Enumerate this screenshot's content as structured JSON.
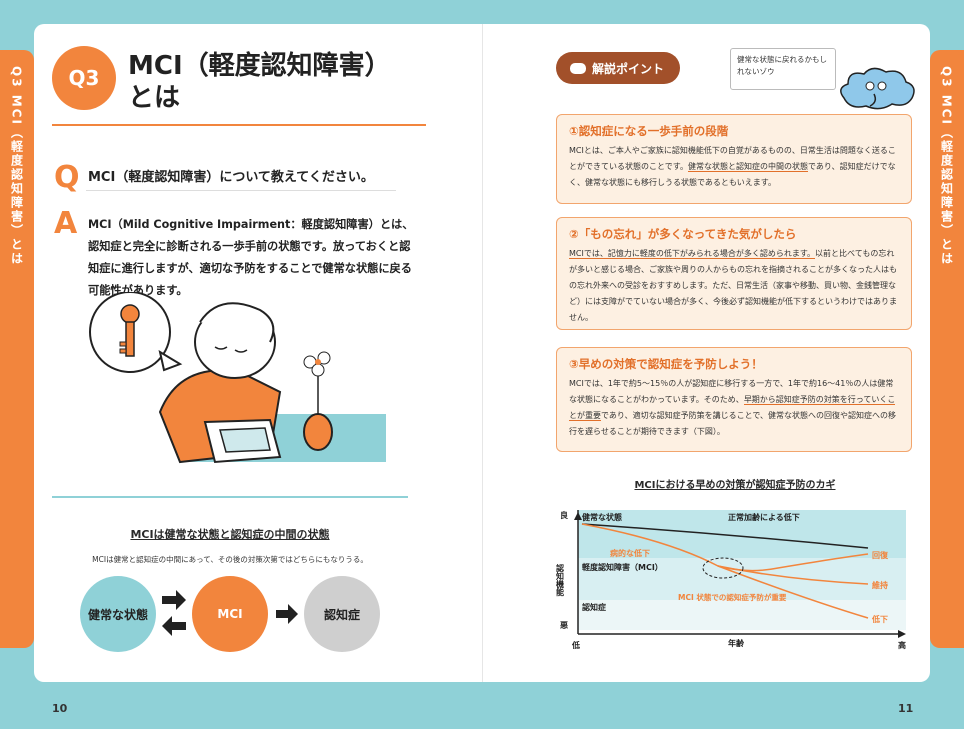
{
  "side_tab": "Q3 MCI（軽度認知障害）とは",
  "page_left": "10",
  "page_right": "11",
  "left": {
    "badge": "Q3",
    "title_line1": "MCI（軽度認知障害）",
    "title_line2": "とは",
    "q_letter": "Q",
    "question": "MCI（軽度認知障害）について教えてください。",
    "a_letter": "A",
    "answer": "MCI（Mild Cognitive Impairment：軽度認知障害）とは、認知症と完全に診断される一歩手前の状態です。放っておくと認知症に進行しますが、適切な予防をすることで健常な状態に戻る可能性があります。",
    "diagram_title": "MCIは健常な状態と認知症の中間の状態",
    "diagram_subtitle": "MCIは健常と認知症の中間にあって、その後の対策次第ではどちらにもなりうる。",
    "circles": [
      "健常な状態",
      "MCI",
      "認知症"
    ]
  },
  "right": {
    "pill_label": "解説ポイント",
    "speech": "健常な状態に戻れるかもしれないゾウ",
    "points": [
      {
        "title": "①認知症になる一歩手前の段階",
        "body_a": "MCIとは、ご本人やご家族に認知機能低下の自覚があるものの、日常生活は問題なく送ることができている状態のことです。",
        "body_u": "健常な状態と認知症の中間の状態",
        "body_b": "であり、認知症だけでなく、健常な状態にも移行しうる状態であるともいえます。"
      },
      {
        "title": "②「もの忘れ」が多くなってきた気がしたら",
        "body_u": "MCIでは、記憶力に軽度の低下がみられる場合が多く認められます。",
        "body_b": "以前と比べてもの忘れが多いと感じる場合、ご家族や周りの人からもの忘れを指摘されることが多くなった人はもの忘れ外来への受診をおすすめします。ただ、日常生活（家事や移動、買い物、金銭管理など）には支障がでていない場合が多く、今後必ず認知機能が低下するというわけではありません。"
      },
      {
        "title": "③早めの対策で認知症を予防しよう！",
        "body_a": "MCIでは、1年で約5〜15％の人が認知症に移行する一方で、1年で約16〜41％の人は健常な状態になることがわかっています。そのため、",
        "body_u": "早期から認知症予防の対策を行っていくことが重要",
        "body_b": "であり、適切な認知症予防策を講じることで、健常な状態への回復や認知症への移行を遅らせることが期待できます（下図）。"
      }
    ],
    "chart_title": "MCIにおける早めの対策が認知症予防のカギ"
  },
  "chart_data": {
    "type": "line",
    "title": "MCIにおける早めの対策が認知症予防のカギ",
    "xlabel": "年齢",
    "ylabel": "認知機能",
    "x_low": "低",
    "x_high": "高",
    "y_high": "良",
    "y_low": "悪",
    "zones": [
      "健常な状態",
      "軽度認知障害（MCI）",
      "認知症"
    ],
    "annotations": [
      "正常加齢による低下",
      "病的な低下",
      "MCI 状態での認知症予防が重要"
    ],
    "series": [
      {
        "name": "回復"
      },
      {
        "name": "維持"
      },
      {
        "name": "低下"
      }
    ]
  },
  "colors": {
    "orange": "#f2853d",
    "teal": "#8fd1d7",
    "brown": "#a2502a"
  }
}
